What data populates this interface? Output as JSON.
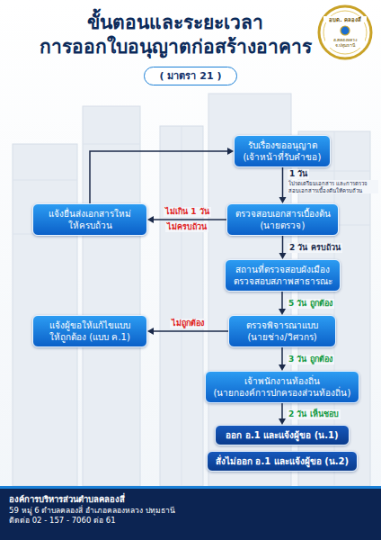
{
  "diagram": {
    "title": "ขั้นตอนและระยะเวลา การออกใบอนุญาตก่อสร้างอาคาร",
    "nodes": [
      {
        "text": [
          "( มาตรา 21 )"
        ]
      },
      {
        "text": [
          "รับเรื่องขออนุญาต (เจ้าหน้าที่รับคำขอ)"
        ]
      },
      {
        "text": [
          "แจ้งยื่นส่งเอกสารใหม่ ให้ครบถ้วน"
        ]
      },
      {
        "text": [
          "ตรวจสอบเอกสารเบื้องต้น (นายตรวจ)"
        ]
      },
      {
        "text": [
          "สถานที่ตรวจสอบผังเมือง ตรวจสอบสภาพสาธารณะ"
        ]
      },
      {
        "text": [
          "แจ้งผู้ขอให้แก้ไขแบบ ให้ถูกต้อง (แบบ ค.1)"
        ]
      },
      {
        "text": [
          "ตรวจพิจารณาแบบ (นายช่าง/วิศวกร)"
        ]
      },
      {
        "text": [
          "เจ้าพนักงานท้องถิ่น (นายกองค์การปกครองส่วนท้องถิ่น)"
        ]
      },
      {
        "text": [
          "ออก อ.1 และแจ้งผู้ขอ (น.1)"
        ]
      },
      {
        "text": [
          "สั่งไม่ออก อ.1 และแจ้งผู้ขอ (น.2)"
        ]
      },
      {
        "text": [
          "องค์การบริหารส่วนตำบลคลองสี่",
          "59 หมู่ 6 ตำบลคลองสี่ อำเภอคลองหลวง ปทุมธานี",
          "ติดต่อ 02 - 157 - 7060 ต่อ 61"
        ]
      }
    ],
    "edges": [
      {
        "from": 1,
        "to": 3,
        "label": "1 วัน",
        "arrow": "to"
      },
      {
        "from": 3,
        "to": 2,
        "label": "ไม่ครบถ้วน",
        "arrow": "to"
      },
      {
        "from": 2,
        "to": 1,
        "arrow": "to"
      },
      {
        "from": 3,
        "to": 4,
        "label": "2 วัน ครบถ้วน",
        "arrow": "to"
      },
      {
        "from": 4,
        "to": 6,
        "label": "5 วัน ถูกต้อง",
        "arrow": "to"
      },
      {
        "from": 6,
        "to": 5,
        "label": "ไม่ถูกต้อง",
        "arrow": "to"
      },
      {
        "from": 6,
        "to": 7,
        "label": "3 วัน ถูกต้อง",
        "arrow": "to"
      },
      {
        "from": 7,
        "to": 8,
        "label": "2 วัน เห็นชอบ",
        "arrow": "to"
      }
    ],
    "labels": [
      "ไม่เกิน 1 วัน",
      "โปรดเตรียมเอกสาร และการตรวจสอบเอกสารเบื้องต้นให้ครบถ้วน",
      "อบต. คลองสี่",
      "อ.คลองหลวง จ.ปทุมธานี"
    ]
  }
}
